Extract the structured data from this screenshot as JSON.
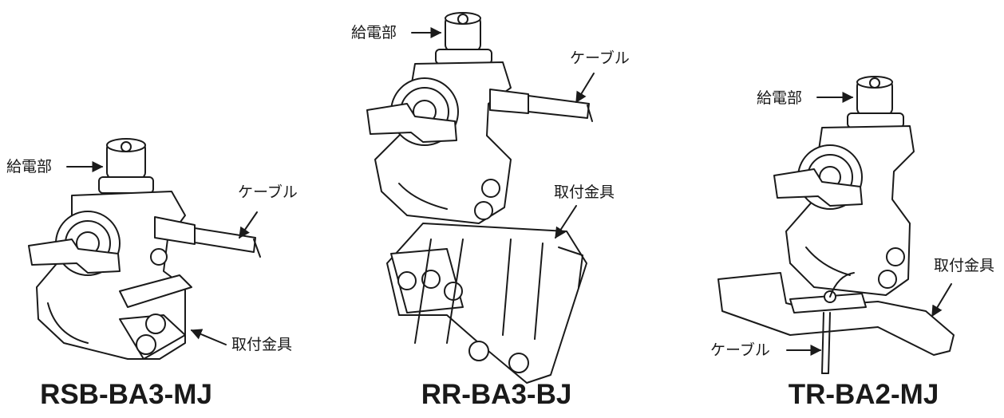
{
  "figures": [
    {
      "model": "RSB-BA3-MJ",
      "labels": {
        "feed": "給電部",
        "cable": "ケーブル",
        "bracket": "取付金具"
      }
    },
    {
      "model": "RR-BA3-BJ",
      "labels": {
        "feed": "給電部",
        "cable": "ケーブル",
        "bracket": "取付金具"
      }
    },
    {
      "model": "TR-BA2-MJ",
      "labels": {
        "feed": "給電部",
        "cable": "ケーブル",
        "bracket": "取付金具"
      }
    }
  ]
}
